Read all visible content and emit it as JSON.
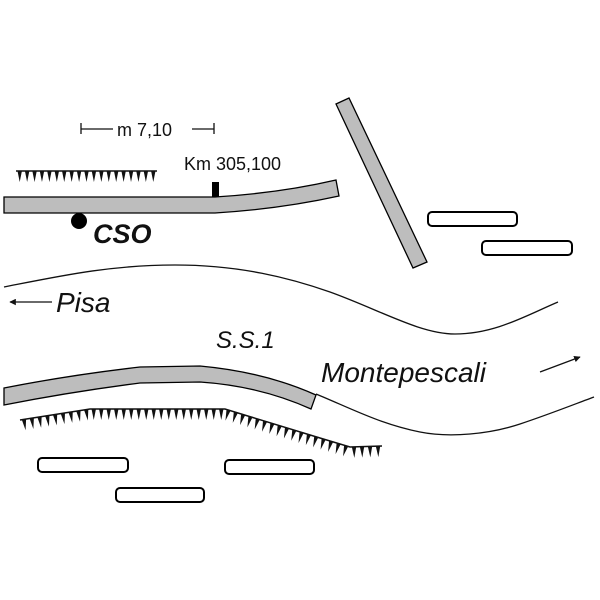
{
  "diagram": {
    "labels": {
      "measurement": "m 7,10",
      "kilometer": "Km 305,100",
      "site": "CSO",
      "road_name": "S.S.1",
      "direction_west": "Pisa",
      "direction_east": "Montepescali"
    },
    "icons": {
      "site_marker": "filled-circle",
      "km_marker": "rectangle-post",
      "direction_west": "arrow-left",
      "direction_east": "arrow-right-up"
    },
    "features": {
      "vehicles_count": 5,
      "embankment_hatches": 2,
      "side_roads": 3
    },
    "colors": {
      "background": "#ffffff",
      "road_fill": "#bdbdbd",
      "ink": "#111111"
    }
  }
}
